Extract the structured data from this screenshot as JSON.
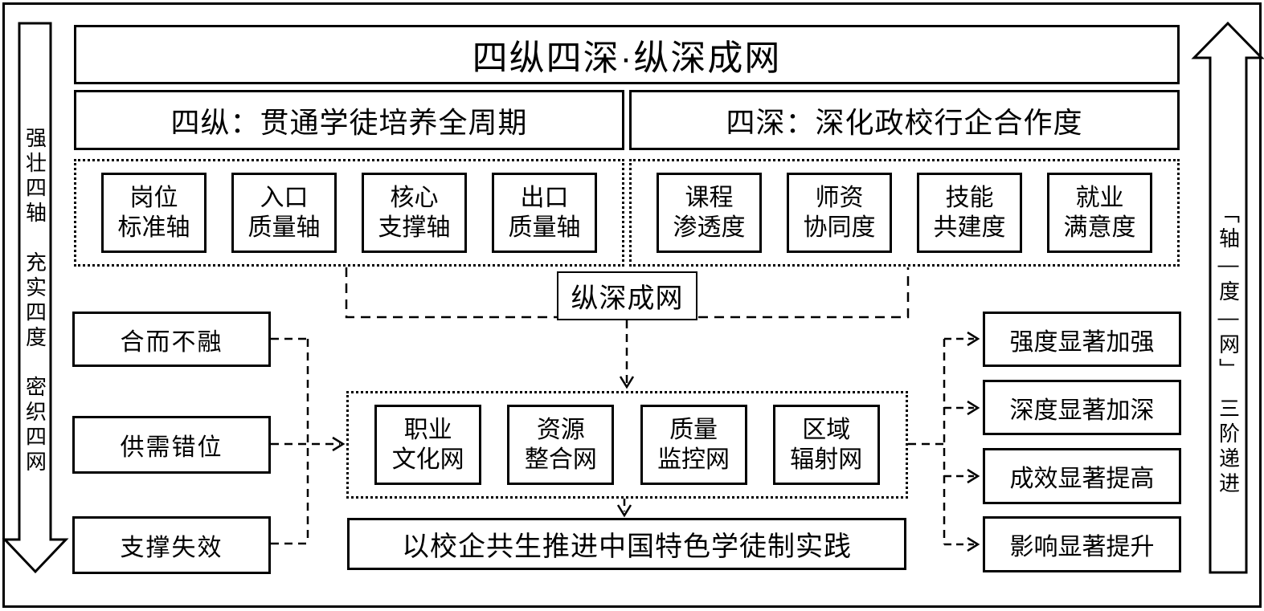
{
  "title": "四纵四深·纵深成网",
  "left_banner": "强壮四轴　充实四度　密织四网",
  "right_banner": "「轴—度—网」　三阶递进",
  "four_verticals": {
    "header": "四纵：贯通学徒培养全周期",
    "axes": [
      {
        "line1": "岗位",
        "line2": "标准轴"
      },
      {
        "line1": "入口",
        "line2": "质量轴"
      },
      {
        "line1": "核心",
        "line2": "支撑轴"
      },
      {
        "line1": "出口",
        "line2": "质量轴"
      }
    ]
  },
  "four_depths": {
    "header": "四深：深化政校行企合作度",
    "degrees": [
      {
        "line1": "课程",
        "line2": "渗透度"
      },
      {
        "line1": "师资",
        "line2": "协同度"
      },
      {
        "line1": "技能",
        "line2": "共建度"
      },
      {
        "line1": "就业",
        "line2": "满意度"
      }
    ]
  },
  "mesh_label": "纵深成网",
  "problems": [
    "合而不融",
    "供需错位",
    "支撑失效"
  ],
  "networks": [
    {
      "line1": "职业",
      "line2": "文化网"
    },
    {
      "line1": "资源",
      "line2": "整合网"
    },
    {
      "line1": "质量",
      "line2": "监控网"
    },
    {
      "line1": "区域",
      "line2": "辐射网"
    }
  ],
  "practice_statement": "以校企共生推进中国特色学徒制实践",
  "outcomes": [
    "强度显著加强",
    "深度显著加深",
    "成效显著提高",
    "影响显著提升"
  ],
  "colors": {
    "ink": "#000000",
    "background": "#ffffff"
  }
}
